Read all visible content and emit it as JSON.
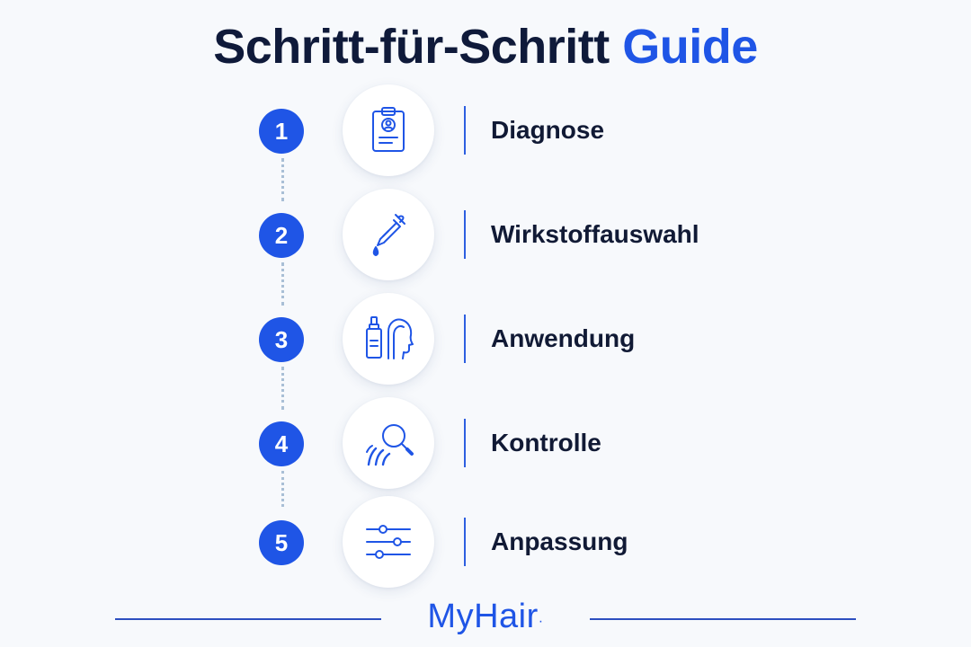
{
  "title": {
    "main": "Schritt-für-Schritt",
    "accent": "Guide"
  },
  "colors": {
    "accent": "#1f55e6",
    "text": "#0f1a3a",
    "connector": "#a9bfd6"
  },
  "steps": [
    {
      "number": "1",
      "label": "Diagnose",
      "icon": "clipboard-patient-icon"
    },
    {
      "number": "2",
      "label": "Wirkstoffauswahl",
      "icon": "pipette-dropper-icon"
    },
    {
      "number": "3",
      "label": "Anwendung",
      "icon": "serum-bottle-head-icon"
    },
    {
      "number": "4",
      "label": "Kontrolle",
      "icon": "magnifier-hair-icon"
    },
    {
      "number": "5",
      "label": "Anpassung",
      "icon": "sliders-icon"
    }
  ],
  "brand": {
    "name": "MyHair",
    "mark": "·"
  }
}
